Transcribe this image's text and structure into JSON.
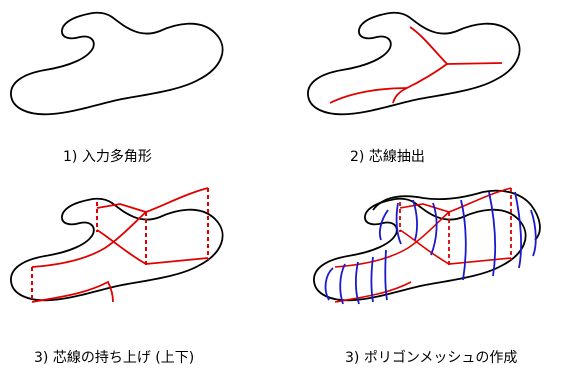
{
  "panels": [
    {
      "caption": "1) 入力多角形"
    },
    {
      "caption": "2) 芯線抽出"
    },
    {
      "caption": "3) 芯線の持ち上げ (上下)"
    },
    {
      "caption": "3) ポリゴンメッシュの作成"
    }
  ],
  "colors": {
    "outline": "#000000",
    "skeleton": "#e00000",
    "mesh": "#1a1acc"
  }
}
